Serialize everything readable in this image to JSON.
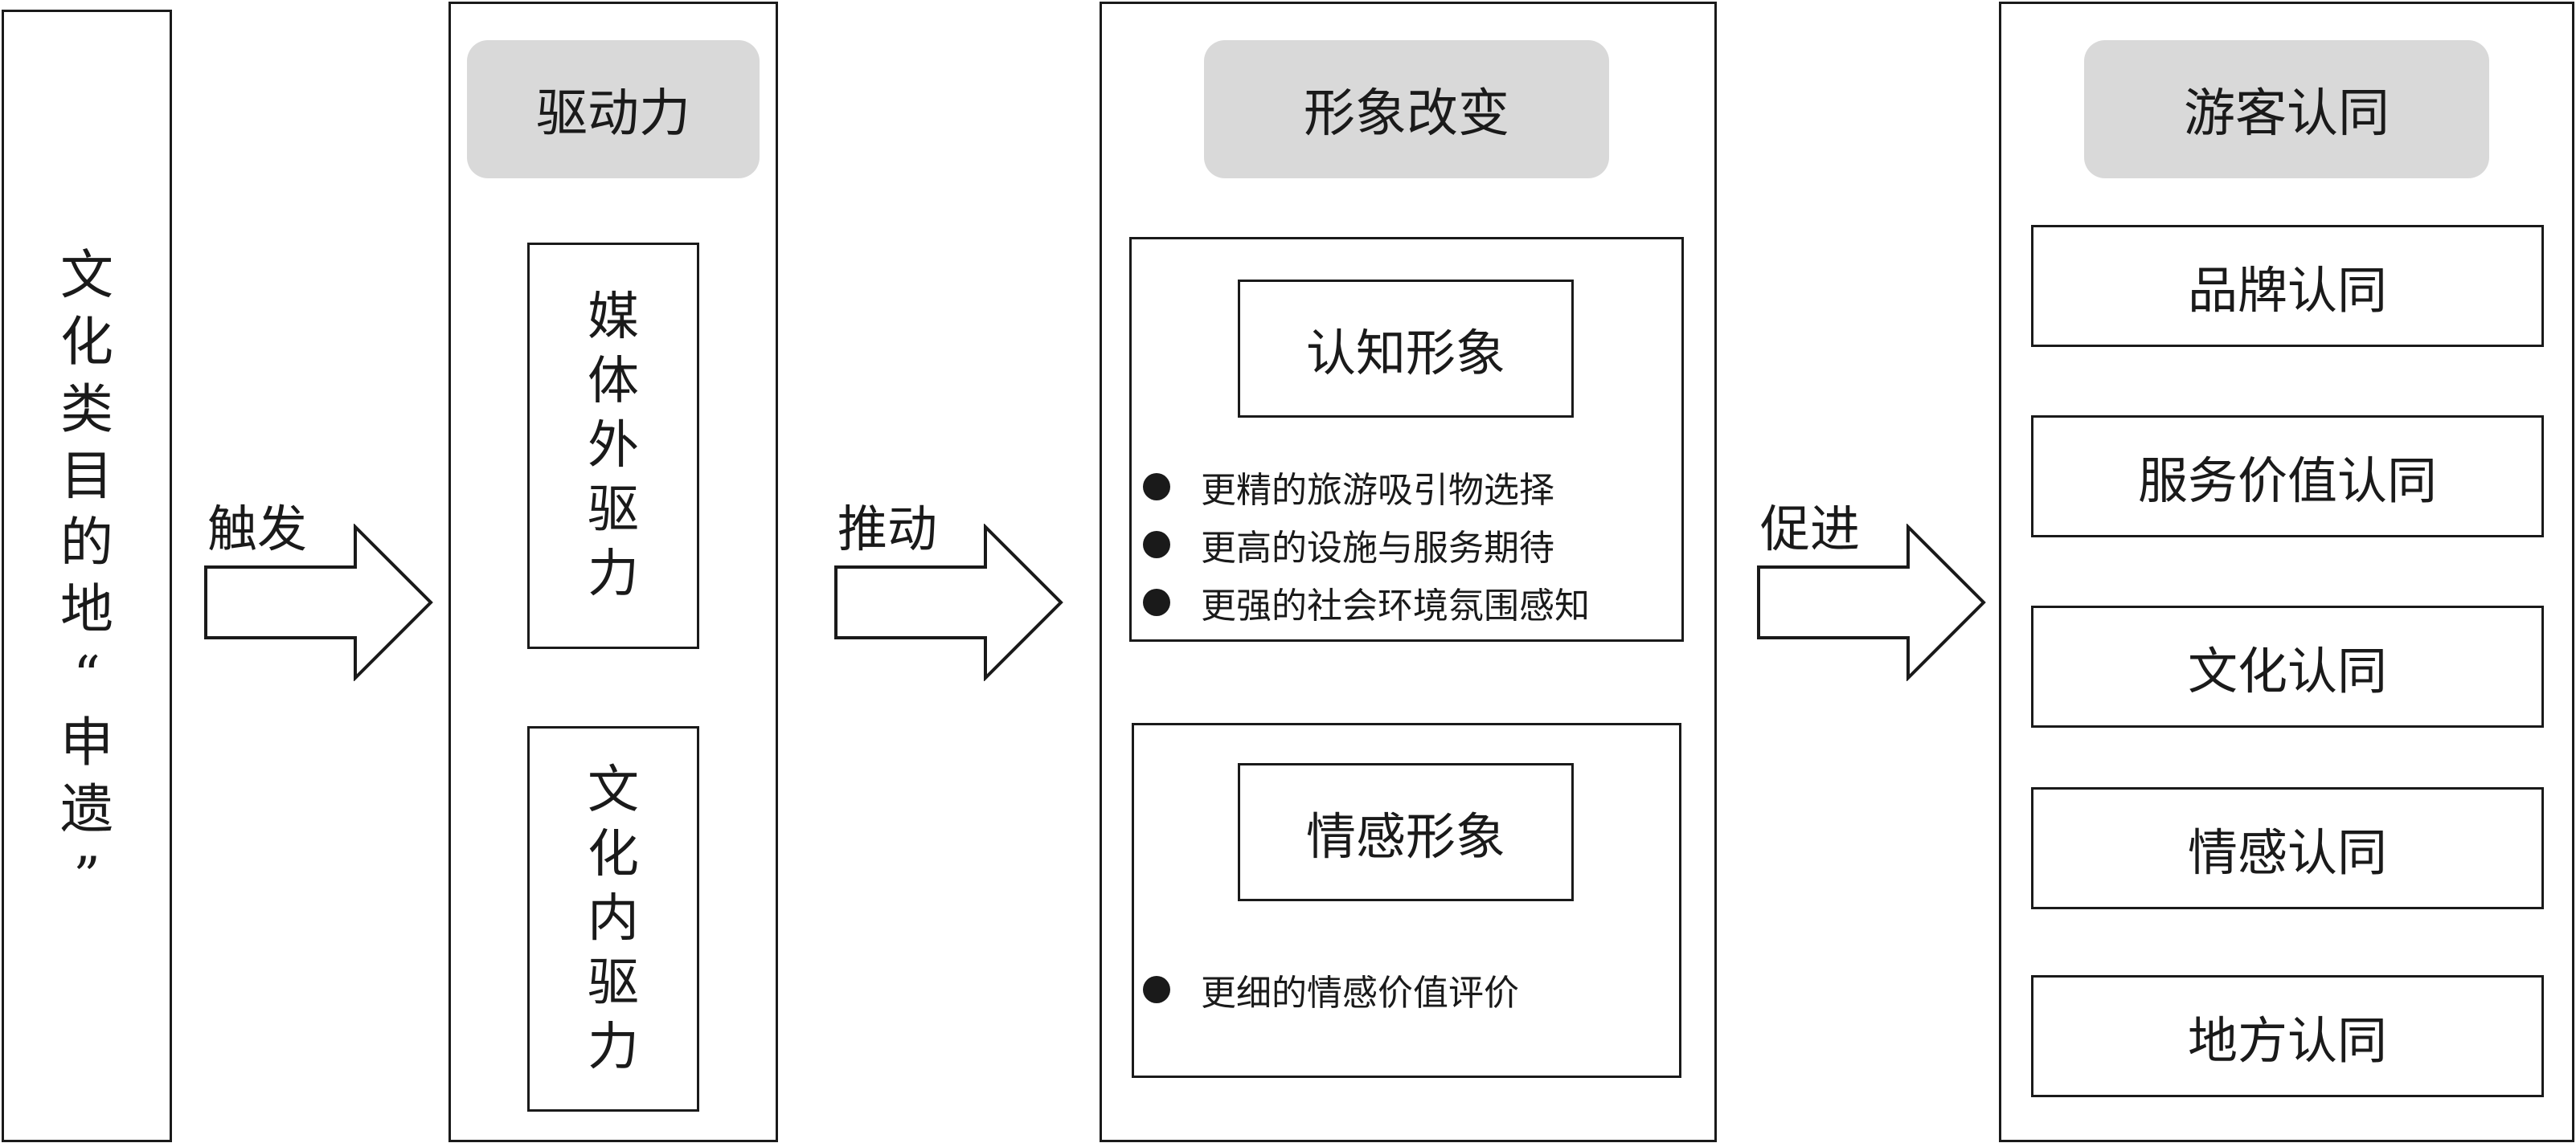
{
  "source": {
    "chars": [
      "文",
      "化",
      "类",
      "目",
      "的",
      "地",
      "“",
      "申",
      "遗",
      "”"
    ]
  },
  "arrows": {
    "trigger": "触发",
    "drive": "推动",
    "promote": "促进"
  },
  "driving_force": {
    "title": "驱动力",
    "external": [
      "媒",
      "体",
      "外",
      "驱",
      "力"
    ],
    "internal": [
      "文",
      "化",
      "内",
      "驱",
      "力"
    ]
  },
  "image_change": {
    "title": "形象改变",
    "cognitive": {
      "title": "认知形象",
      "bullets": [
        "更精的旅游吸引物选择",
        "更高的设施与服务期待",
        "更强的社会环境氛围感知"
      ]
    },
    "emotional": {
      "title": "情感形象",
      "bullets": [
        "更细的情感价值评价"
      ]
    }
  },
  "tourist_identity": {
    "title": "游客认同",
    "items": [
      "品牌认同",
      "服务价值认同",
      "文化认同",
      "情感认同",
      "地方认同"
    ]
  }
}
